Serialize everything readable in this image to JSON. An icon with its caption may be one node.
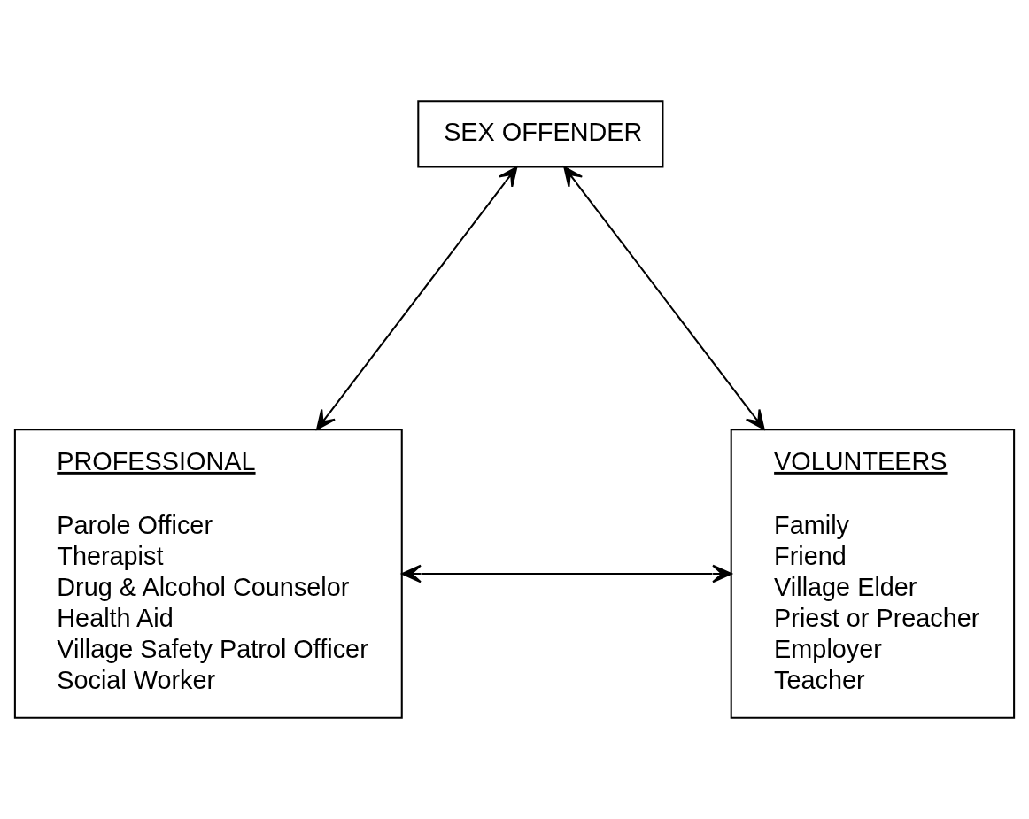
{
  "diagram": {
    "nodes": [
      {
        "text": [
          "SEX OFFENDER"
        ]
      },
      {
        "text": [
          "PROFESSIONAL",
          "Parole Officer",
          "Therapist",
          "Drug & Alcohol Counselor",
          "Health Aid",
          "Village Safety Patrol Officer",
          "Social Worker"
        ]
      },
      {
        "text": [
          "VOLUNTEERS",
          "Family",
          "Friend",
          "Village Elder",
          "Priest or Preacher",
          "Employer",
          "Teacher"
        ]
      }
    ],
    "edges": [
      {
        "from": 0,
        "to": 1,
        "arrow": "both"
      },
      {
        "from": 0,
        "to": 2,
        "arrow": "both"
      },
      {
        "from": 1,
        "to": 2,
        "arrow": "both"
      }
    ]
  }
}
